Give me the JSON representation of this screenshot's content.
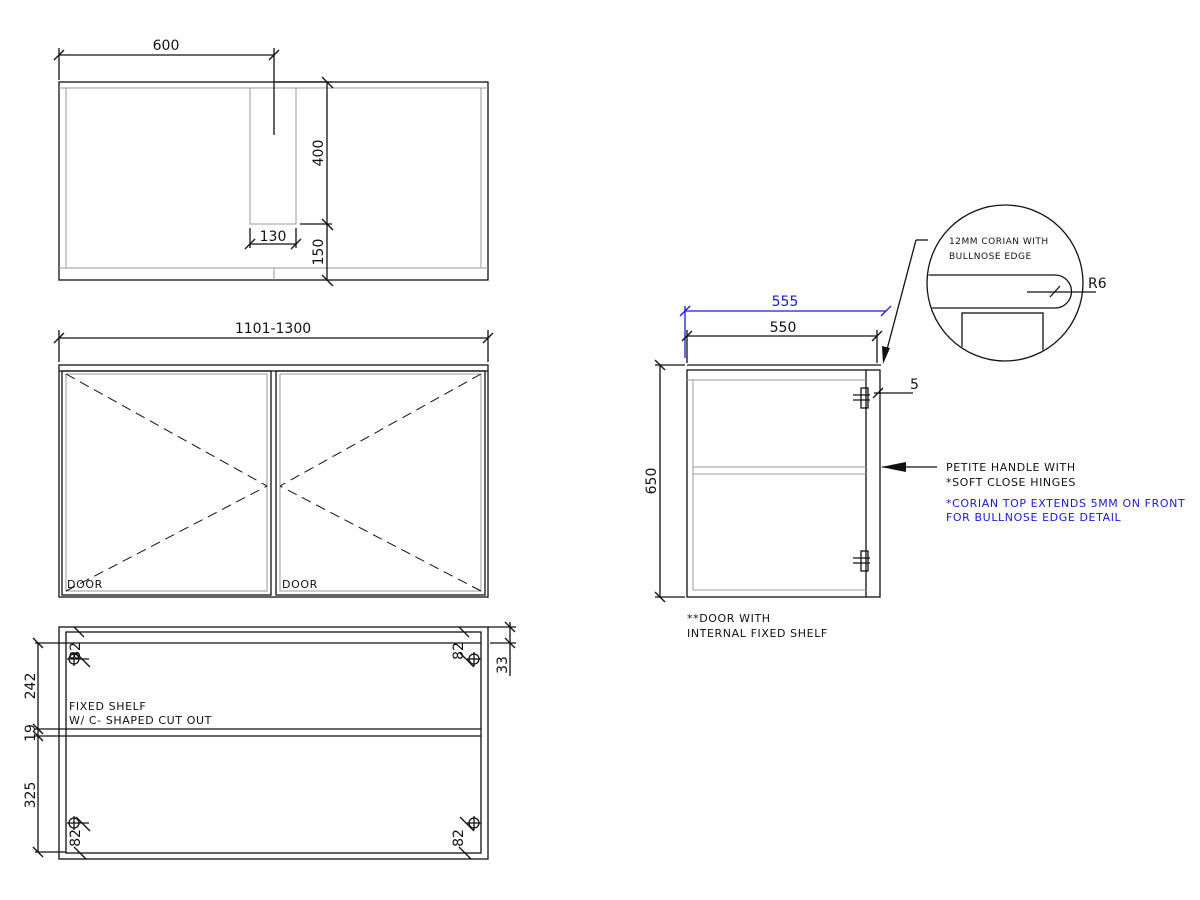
{
  "plan_view": {
    "dim_width_to_cutout": "600",
    "dim_cutout_depth": "400",
    "dim_cutout_width": "130",
    "dim_front_setback": "150"
  },
  "front_elevation": {
    "dim_overall_width": "1101-1300",
    "door_left_label": "DOOR",
    "door_right_label": "DOOR"
  },
  "internal_elevation": {
    "dim_upper": "242",
    "dim_shelf": "19",
    "dim_lower": "325",
    "dim_top": "33",
    "hinge_offset_labels": [
      "82",
      "82",
      "82",
      "82"
    ],
    "shelf_note_line1": "FIXED SHELF",
    "shelf_note_line2": "W/ C- SHAPED CUT OUT"
  },
  "side_elevation": {
    "dim_top_depth": "555",
    "dim_carcass_depth": "550",
    "dim_height": "650",
    "dim_overhang": "5",
    "handle_note_line1": "PETITE HANDLE WITH",
    "handle_note_line2": "*SOFT CLOSE HINGES",
    "corian_note_line1": "*CORIAN TOP EXTENDS 5MM ON FRONT",
    "corian_note_line2": "FOR BULLNOSE EDGE DETAIL",
    "door_note_line1": "**DOOR WITH",
    "door_note_line2": "INTERNAL FIXED SHELF"
  },
  "detail_callout": {
    "label_line1": "12MM CORIAN WITH",
    "label_line2": "BULLNOSE EDGE",
    "radius_label": "R6"
  },
  "colors": {
    "line": "#111111",
    "hidden_edge": "#9a9a9a",
    "annotation_blue": "#1a1ad6"
  }
}
